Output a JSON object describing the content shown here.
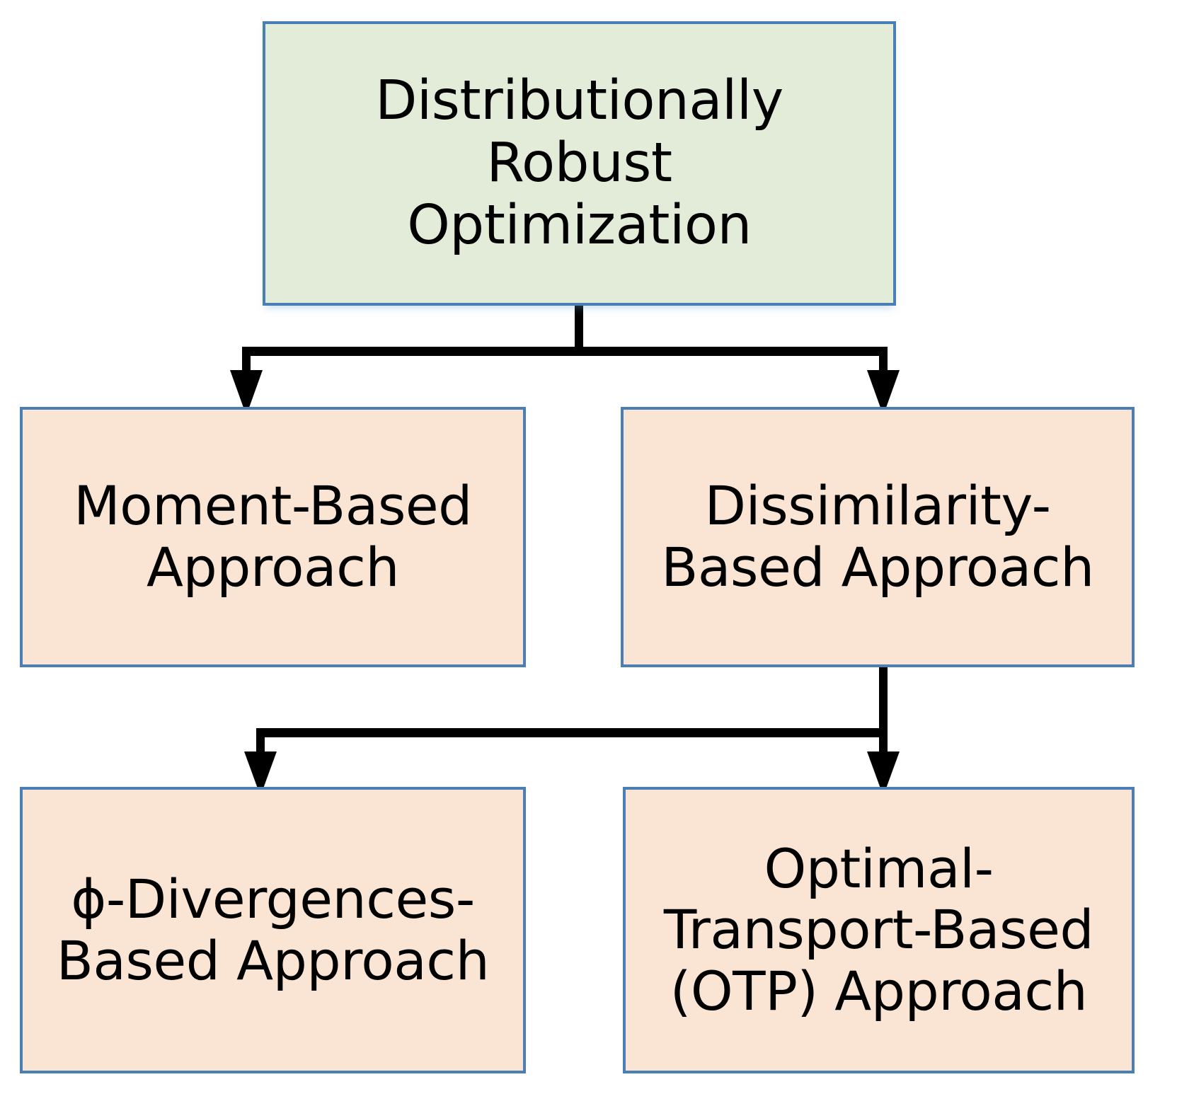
{
  "diagram": {
    "type": "flowchart",
    "orientation": "top-down",
    "title": "Distributionally Robust Optimization taxonomy",
    "palette": {
      "root_fill": "#e3ecd9",
      "branch_fill": "#fae5d5",
      "node_border": "#4a7fb5",
      "connector": "#000000",
      "text": "#000000",
      "background": "#ffffff"
    },
    "nodes": [
      {
        "id": "root",
        "label": "Distributionally\nRobust\nOptimization",
        "level": 0,
        "fill": "#e3ecd9"
      },
      {
        "id": "moment",
        "label": "Moment-Based\nApproach",
        "level": 1,
        "fill": "#fae5d5"
      },
      {
        "id": "dissimilarity",
        "label": "Dissimilarity-\nBased Approach",
        "level": 1,
        "fill": "#fae5d5"
      },
      {
        "id": "phi",
        "label": "ϕ-Divergences-\nBased Approach",
        "level": 2,
        "fill": "#fae5d5"
      },
      {
        "id": "otp",
        "label": "Optimal-\nTransport-Based\n(OTP) Approach",
        "level": 2,
        "fill": "#fae5d5"
      }
    ],
    "edges": [
      {
        "id": "edge-root-moment",
        "from": "root",
        "to": "moment",
        "style": "elbow-arrow"
      },
      {
        "id": "edge-root-dissimilarity",
        "from": "root",
        "to": "dissimilarity",
        "style": "elbow-arrow"
      },
      {
        "id": "edge-dissimilarity-phi",
        "from": "dissimilarity",
        "to": "phi",
        "style": "elbow-arrow"
      },
      {
        "id": "edge-dissimilarity-otp",
        "from": "dissimilarity",
        "to": "otp",
        "style": "elbow-arrow"
      }
    ]
  }
}
